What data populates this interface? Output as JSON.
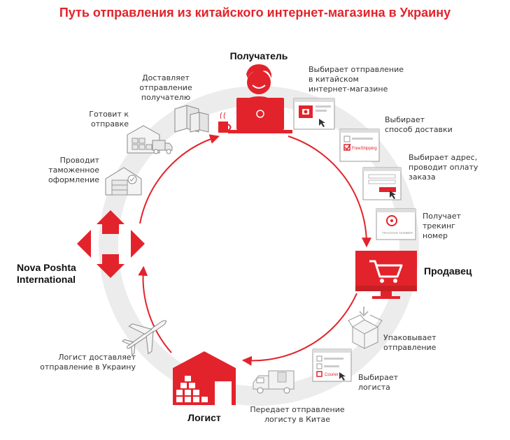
{
  "title": "Путь отправления из китайского интернет-магазина в Украину",
  "colors": {
    "accent": "#e3232b",
    "ring": "#ececec",
    "icon_gray": "#bdbdbd",
    "text": "#333333"
  },
  "nodes": {
    "recipient": "Получатель",
    "seller": "Продавец",
    "logist": "Логист",
    "nova_poshta": "Nova Poshta\nInternational"
  },
  "steps": {
    "choose_shipment": "Выбирает отправление\nв китайском\nинтернет-магазине",
    "choose_delivery": "Выбирает\nспособ доставки",
    "choose_address": "Выбирает адрес,\nпроводит оплату\nзаказа",
    "get_tracking": "Получает\nтрекинг\nномер",
    "pack": "Упаковывает\nотправление",
    "choose_logist": "Выбирает\nлогиста",
    "hand_over": "Передает отправление\nлогисту в Китае",
    "deliver_ukraine": "Логист доставляет\nотправление в Украину",
    "customs": "Проводит\nтаможенное\nоформление",
    "prepare": "Готовит к\nотправке",
    "deliver_recipient": "Доставляет\nотправление\nполучателю"
  },
  "ui_labels": {
    "free_shipping": "FreeShipping",
    "tracking_number": "TRACKING NUMBER",
    "courier": "Courier"
  },
  "icons": [
    "person-laptop-icon",
    "coffee-cup-icon",
    "browser-camera-icon",
    "checkbox-window-icon",
    "payment-form-icon",
    "tracking-location-icon",
    "monitor-cart-icon",
    "open-box-icon",
    "logist-form-icon",
    "delivery-truck-icon",
    "warehouse-icon",
    "airplane-icon",
    "direction-arrows-icon",
    "customs-warehouse-icon",
    "warehouse-truck-icon",
    "parcel-boxes-icon"
  ]
}
